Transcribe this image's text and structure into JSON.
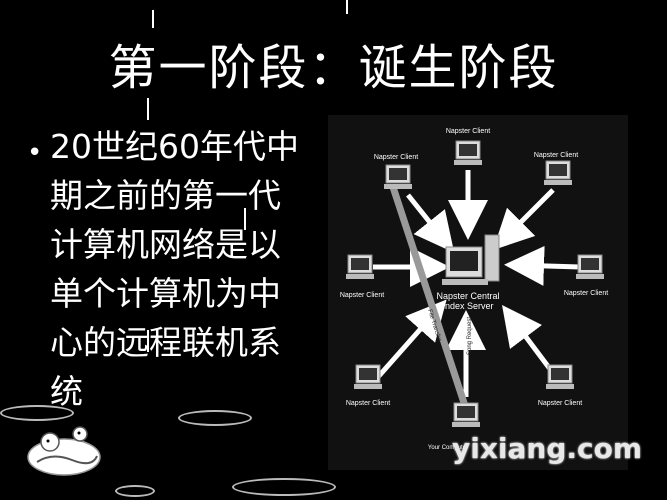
{
  "slide": {
    "title": "第一阶段：诞生阶段",
    "bullet": "20世纪60年代中期之前的第一代计算机网络是以单个计算机为中心的远程联机系统"
  },
  "diagram": {
    "server_label_line1": "Napster Central",
    "server_label_line2": "Index Server",
    "clients": {
      "top": "Napster Client",
      "top_left": "Napster Client",
      "top_right": "Napster Client",
      "left": "Napster Client",
      "right": "Napster Client",
      "bottom_left": "Napster Client",
      "bottom_right": "Napster Client"
    },
    "your_computer": "Your Computer",
    "song_request": "Song Request",
    "file_transfer": "File Transfer"
  },
  "watermark": "yixiang.com",
  "icons": {
    "computer": "computer-icon",
    "server": "server-icon",
    "cartoon": "cartoon-figure-icon"
  }
}
